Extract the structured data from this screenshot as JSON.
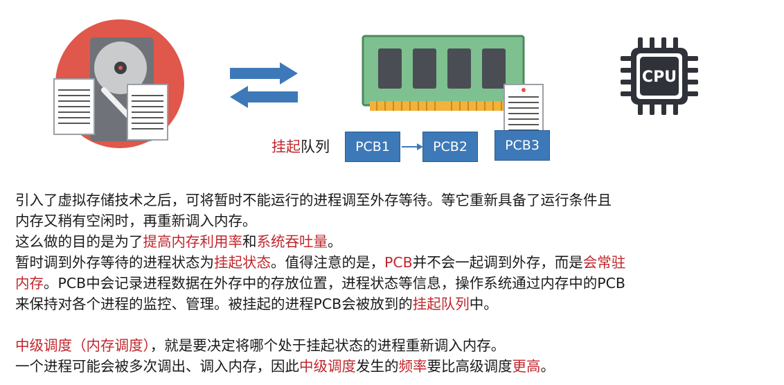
{
  "diagram": {
    "cpu_label": "CPU",
    "queue_label_red": "挂起",
    "queue_label_rest": "队列",
    "pcbs": [
      "PCB1",
      "PCB2",
      "PCB3"
    ]
  },
  "text": {
    "p1_line1": "引入了虚拟存储技术之后，可将暂时不能运行的进程调至外存等待。等它重新具备了运行条件且",
    "p1_line2": "内存又稍有空闲时，再重新调入内存。",
    "p2_a": "这么做的目的是为了",
    "p2_b": "提高内存利用率",
    "p2_c": "和",
    "p2_d": "系统吞吐量",
    "p2_e": "。",
    "p3_a": "暂时调到外存等待的进程状态为",
    "p3_b": "挂起状态",
    "p3_c": "。值得注意的是，",
    "p3_d": "PCB",
    "p3_e": "并不会一起调到外存，而是",
    "p3_f": "会常驻",
    "p4_a": "内存",
    "p4_b": "。PCB中会记录进程数据在外存中的存放位置，进程状态等信息，操作系统通过内存中的PCB",
    "p5_a": "来保持对各个进程的监控、管理。被挂起的进程PCB会被放到的",
    "p5_b": "挂起队列",
    "p5_c": "中。",
    "p6_a": "中级调度（内存调度）",
    "p6_b": "，就是要决定将哪个处于挂起状态的进程重新调入内存。",
    "p7_a": "一个进程可能会被多次调出、调入内存，因此",
    "p7_b": "中级调度",
    "p7_c": "发生的",
    "p7_d": "频率",
    "p7_e": "要比高级调度",
    "p7_f": "更高",
    "p7_g": "。"
  },
  "colors": {
    "highlight": "#c0262c",
    "pcb_box": "#3d79b8",
    "arrow": "#3d79b8"
  }
}
